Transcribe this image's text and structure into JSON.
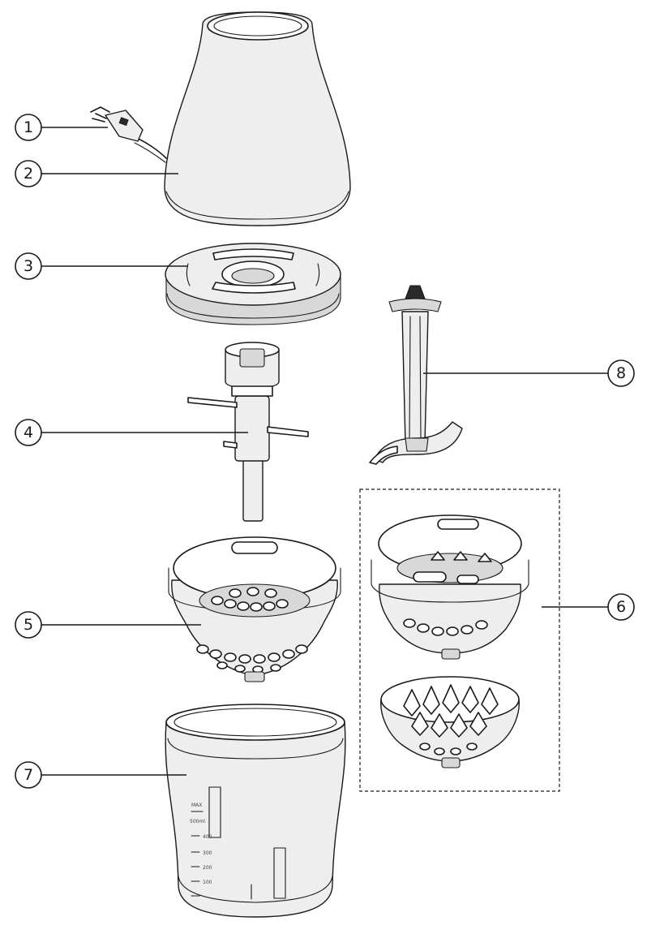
{
  "callouts": [
    {
      "id": "1",
      "label": "1"
    },
    {
      "id": "2",
      "label": "2"
    },
    {
      "id": "3",
      "label": "3"
    },
    {
      "id": "4",
      "label": "4"
    },
    {
      "id": "5",
      "label": "5"
    },
    {
      "id": "6",
      "label": "6"
    },
    {
      "id": "7",
      "label": "7"
    },
    {
      "id": "8",
      "label": "8"
    }
  ],
  "beaker_scale": [
    "MAX",
    "500ml",
    "400",
    "300",
    "200",
    "100"
  ]
}
